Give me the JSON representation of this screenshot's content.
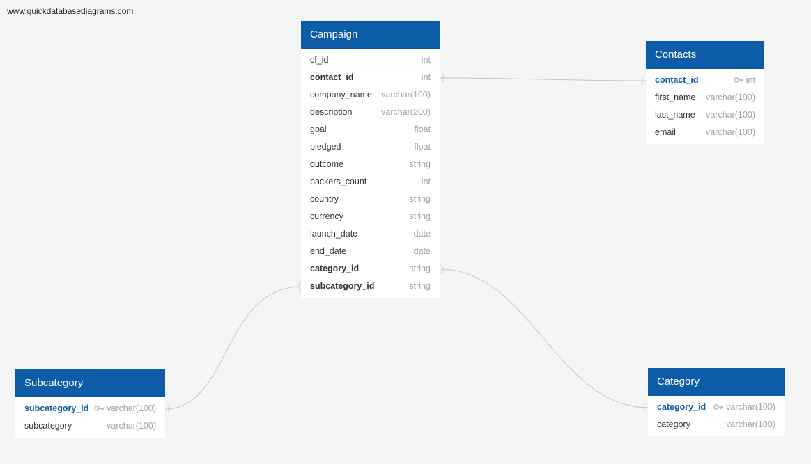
{
  "watermark": "www.quickdatabasediagrams.com",
  "colors": {
    "header": "#0d5ca8",
    "background": "#f4f5f5",
    "pk_text": "#0d5ca8",
    "type_text": "#9ea2a6",
    "link": "#c4c7ca"
  },
  "tables": {
    "campaign": {
      "title": "Campaign",
      "columns": [
        {
          "name": "cf_id",
          "type": "int"
        },
        {
          "name": "contact_id",
          "type": "int"
        },
        {
          "name": "company_name",
          "type": "varchar(100)"
        },
        {
          "name": "description",
          "type": "varchar(200)"
        },
        {
          "name": "goal",
          "type": "float"
        },
        {
          "name": "pledged",
          "type": "float"
        },
        {
          "name": "outcome",
          "type": "string"
        },
        {
          "name": "backers_count",
          "type": "int"
        },
        {
          "name": "country",
          "type": "string"
        },
        {
          "name": "currency",
          "type": "string"
        },
        {
          "name": "launch_date",
          "type": "date"
        },
        {
          "name": "end_date",
          "type": "date"
        },
        {
          "name": "category_id",
          "type": "string"
        },
        {
          "name": "subcategory_id",
          "type": "string"
        }
      ]
    },
    "contacts": {
      "title": "Contacts",
      "columns": [
        {
          "name": "contact_id",
          "type": "int"
        },
        {
          "name": "first_name",
          "type": "varchar(100)"
        },
        {
          "name": "last_name",
          "type": "varchar(100)"
        },
        {
          "name": "email",
          "type": "varchar(100)"
        }
      ]
    },
    "subcategory": {
      "title": "Subcategory",
      "columns": [
        {
          "name": "subcategory_id",
          "type": "varchar(100)"
        },
        {
          "name": "subcategory",
          "type": "varchar(100)"
        }
      ]
    },
    "category": {
      "title": "Category",
      "columns": [
        {
          "name": "category_id",
          "type": "varchar(100)"
        },
        {
          "name": "category",
          "type": "varchar(100)"
        }
      ]
    }
  }
}
